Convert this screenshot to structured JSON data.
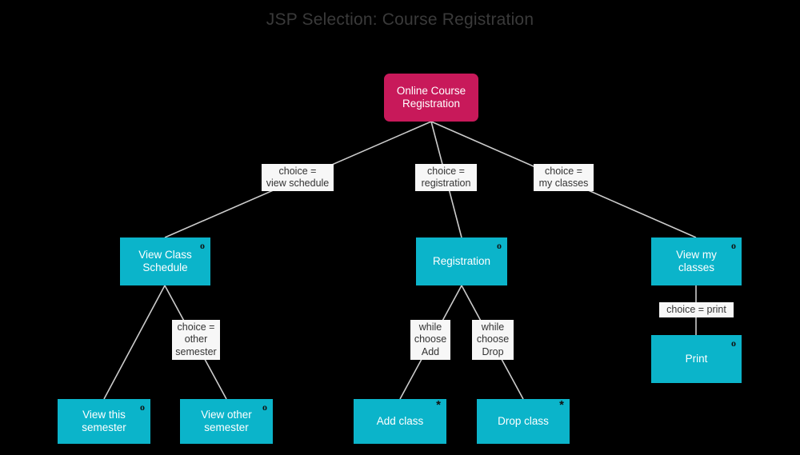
{
  "title": "JSP Selection: Course Registration",
  "theme": {
    "background": "#000000",
    "title_color": "#3a3a3a",
    "root_node_color": "#c8195a",
    "process_node_color": "#0bb4ca",
    "node_text_color": "#ffffff",
    "edge_color": "#cccccc",
    "edge_label_bg": "#f7f7f7",
    "edge_label_text": "#333333",
    "marker_color": "#111111"
  },
  "nodes": [
    {
      "id": "root",
      "label": "Online Course\nRegistration",
      "marker": "",
      "type": "root"
    },
    {
      "id": "view-schedule",
      "label": "View Class\nSchedule",
      "marker": "o",
      "type": "process"
    },
    {
      "id": "registration",
      "label": "Registration",
      "marker": "o",
      "type": "process"
    },
    {
      "id": "my-classes",
      "label": "View my\nclasses",
      "marker": "o",
      "type": "process"
    },
    {
      "id": "view-this",
      "label": "View this\nsemester",
      "marker": "o",
      "type": "process"
    },
    {
      "id": "view-other",
      "label": "View other\nsemester",
      "marker": "o",
      "type": "process"
    },
    {
      "id": "add-class",
      "label": "Add class",
      "marker": "*",
      "type": "process"
    },
    {
      "id": "drop-class",
      "label": "Drop class",
      "marker": "*",
      "type": "process"
    },
    {
      "id": "print",
      "label": "Print",
      "marker": "o",
      "type": "process"
    }
  ],
  "edge_labels": [
    {
      "id": "choice-view-schedule",
      "label": "choice =\nview schedule"
    },
    {
      "id": "choice-registration",
      "label": "choice =\nregistration"
    },
    {
      "id": "choice-my-classes",
      "label": "choice =\nmy classes"
    },
    {
      "id": "choice-other-semester",
      "label": "choice =\nother\nsemester"
    },
    {
      "id": "while-choose-add",
      "label": "while\nchoose\nAdd"
    },
    {
      "id": "while-choose-drop",
      "label": "while\nchoose\nDrop"
    },
    {
      "id": "choice-print",
      "label": "choice = print"
    }
  ]
}
